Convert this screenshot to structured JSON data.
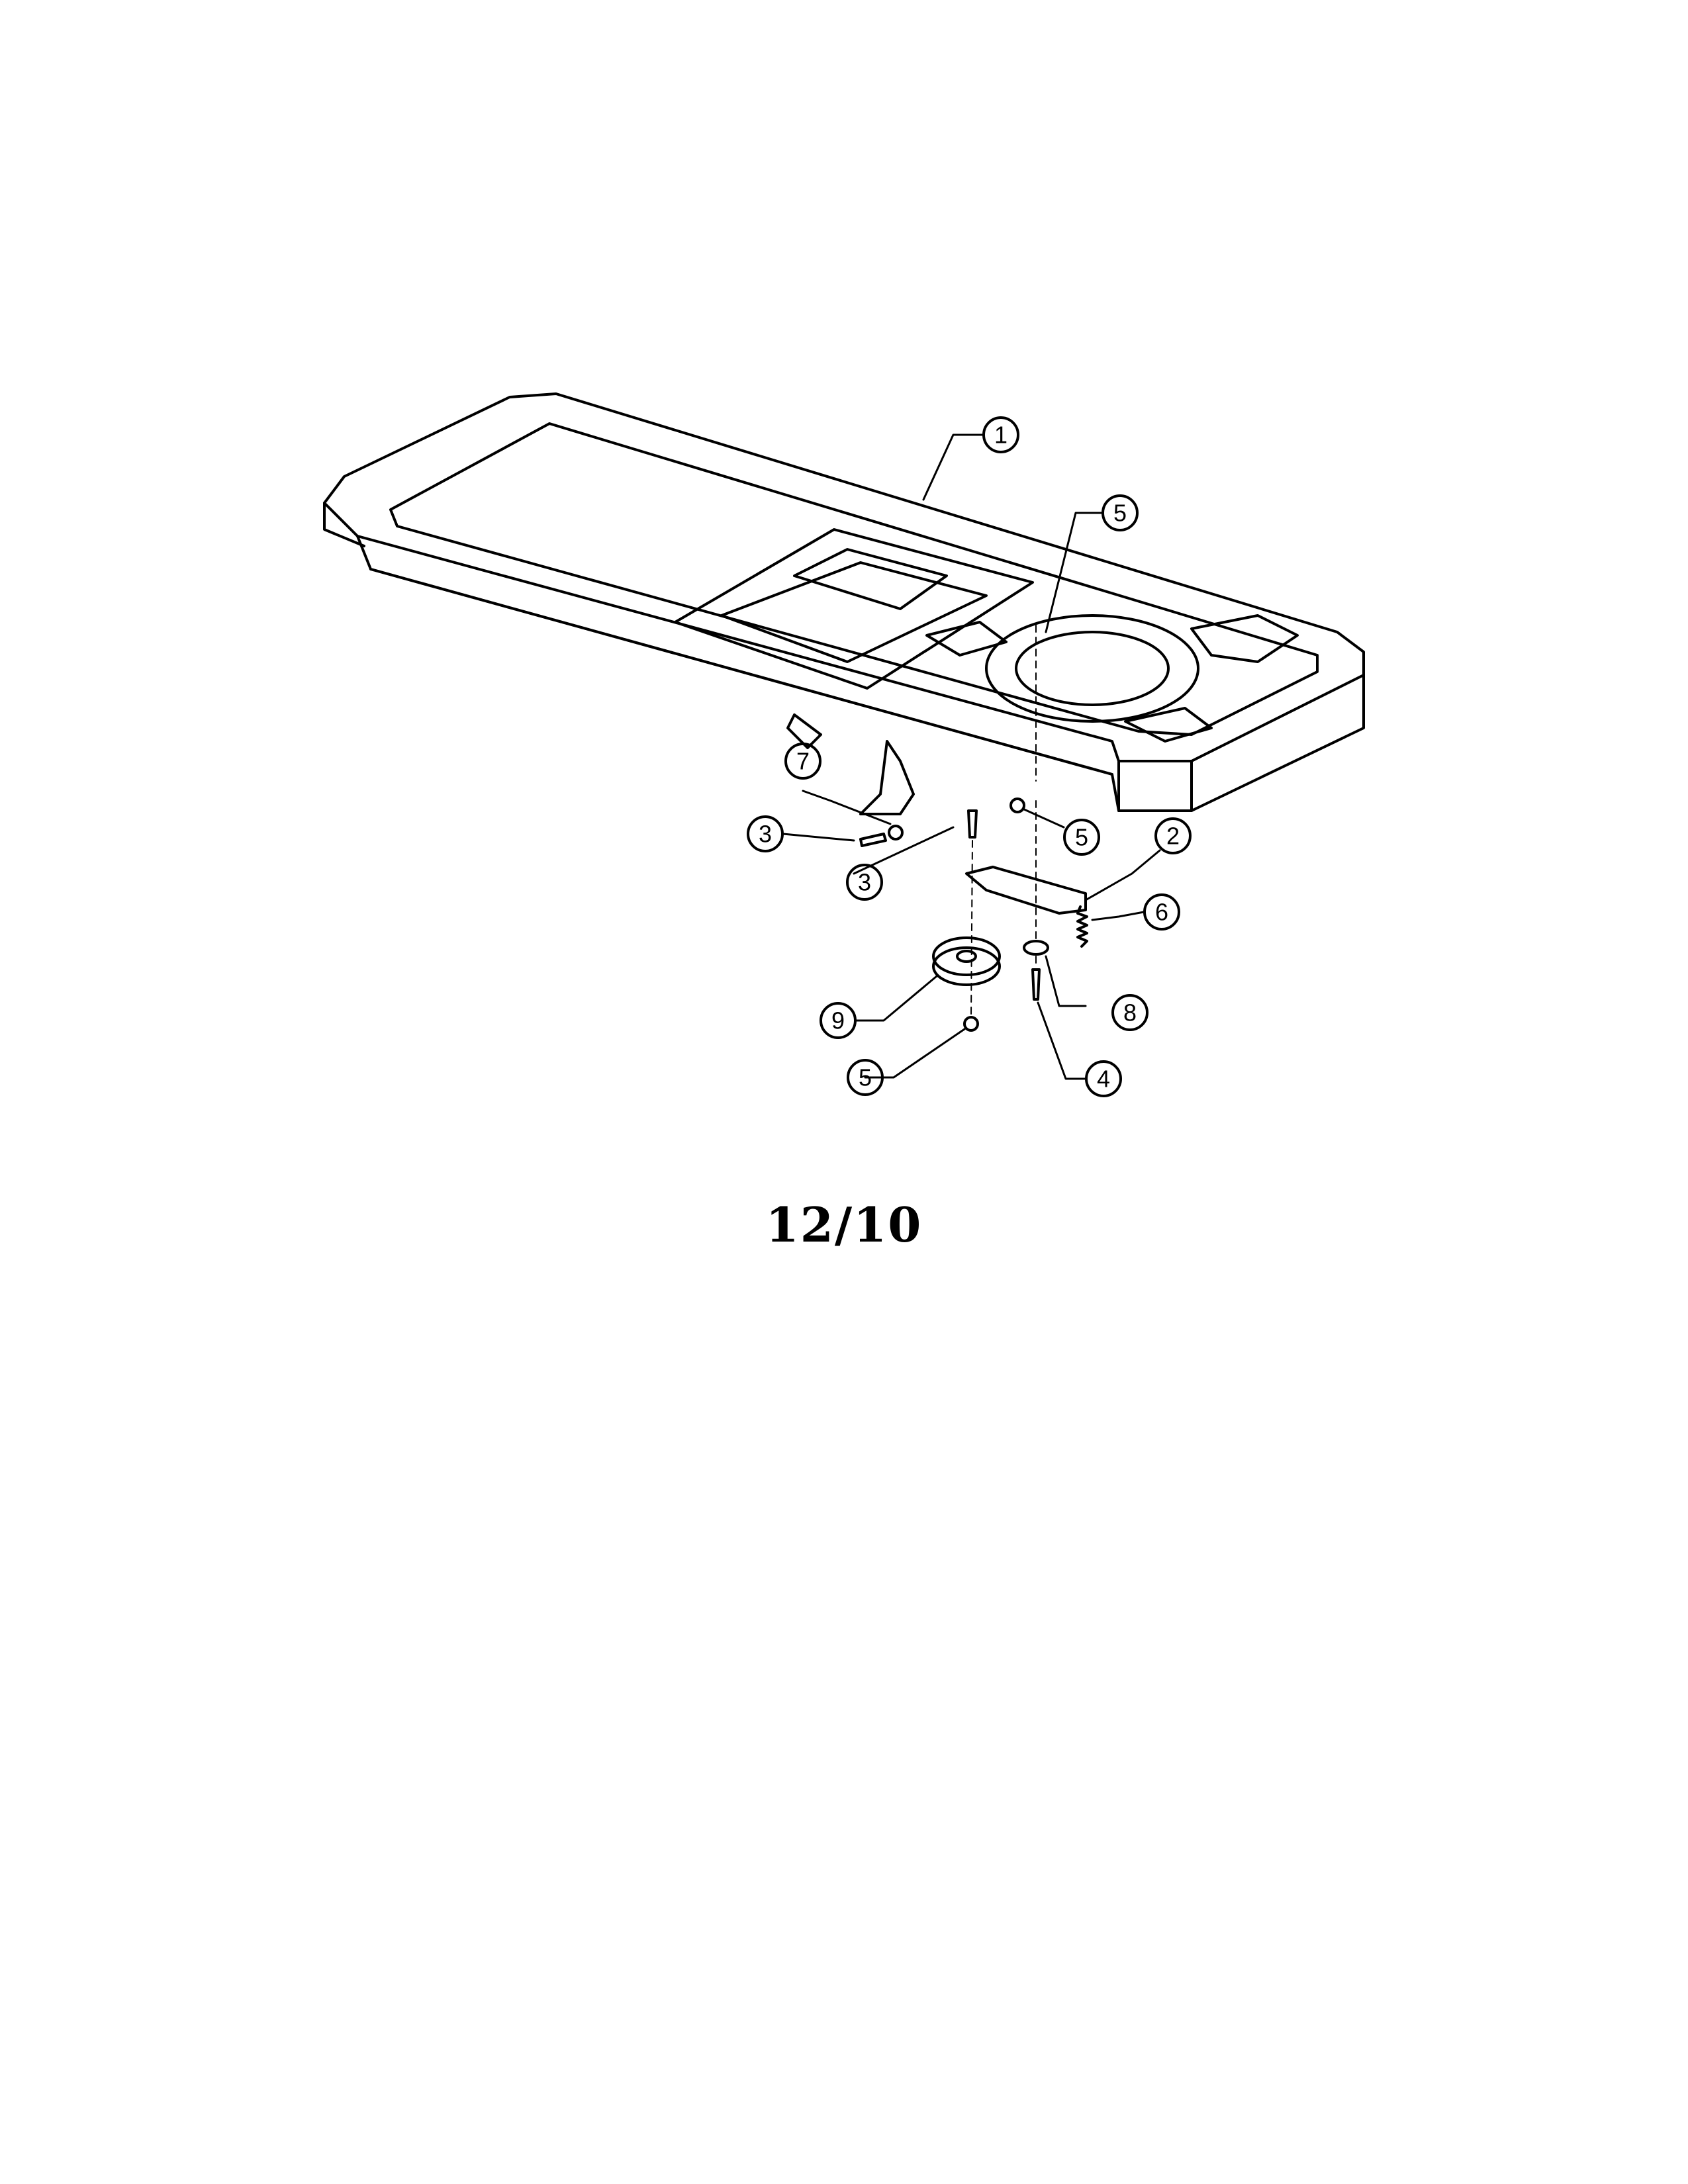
{
  "page_label": "12/10",
  "callouts": [
    {
      "id": "c1",
      "number": "1"
    },
    {
      "id": "c5a",
      "number": "5"
    },
    {
      "id": "c7",
      "number": "7"
    },
    {
      "id": "c3a",
      "number": "3"
    },
    {
      "id": "c3b",
      "number": "3"
    },
    {
      "id": "c5b",
      "number": "5"
    },
    {
      "id": "c2",
      "number": "2"
    },
    {
      "id": "c6",
      "number": "6"
    },
    {
      "id": "c9",
      "number": "9"
    },
    {
      "id": "c8",
      "number": "8"
    },
    {
      "id": "c5c",
      "number": "5"
    },
    {
      "id": "c4",
      "number": "4"
    }
  ]
}
